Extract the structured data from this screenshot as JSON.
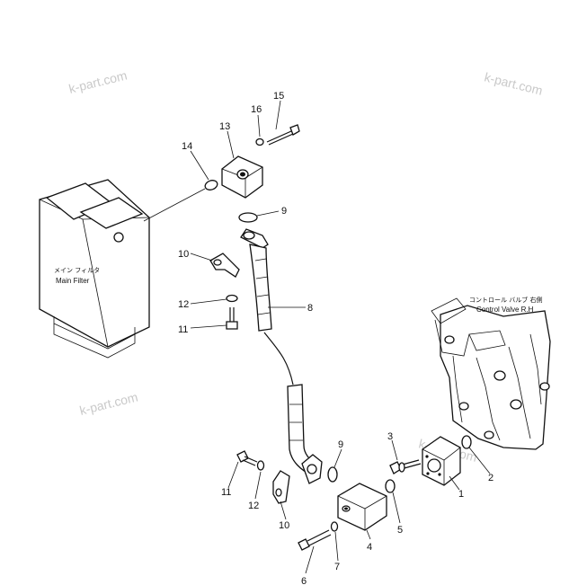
{
  "watermarks": [
    "k-part.com",
    "k-part.com",
    "k-part.com",
    "k-part.com"
  ],
  "notes": {
    "main_filter_jp": "メイン フィルタ",
    "main_filter_en": "Main Filter",
    "control_valve_jp": "コントロール バルブ 右側",
    "control_valve_en": "Control Valve R.H"
  },
  "callouts": [
    "15",
    "16",
    "13",
    "14",
    "9",
    "10",
    "12",
    "11",
    "8",
    "3",
    "2",
    "1",
    "5",
    "9",
    "11",
    "12",
    "10",
    "4",
    "7",
    "6"
  ]
}
